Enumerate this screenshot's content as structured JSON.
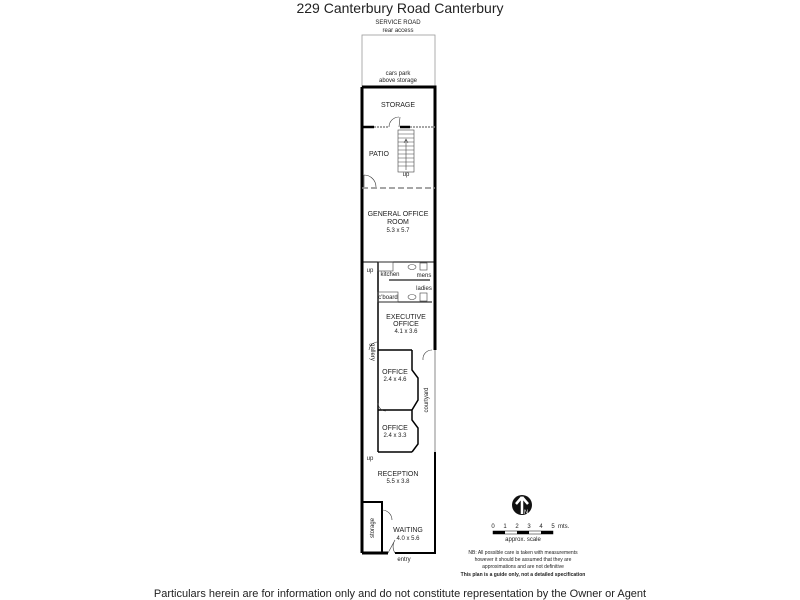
{
  "title": "229 Canterbury Road Canterbury",
  "labels": {
    "service_road": "SERVICE ROAD",
    "rear_access": "rear access",
    "cars_park": "cars park",
    "above_storage": "above storage",
    "up": "up",
    "kitchen": "kitchen",
    "mens": "mens",
    "ladies": "ladies",
    "cboard": "c'board",
    "gallery": "gallery",
    "courtyard": "courtyard",
    "storage_small": "storage",
    "entry": "entry"
  },
  "rooms": [
    {
      "name": "STORAGE",
      "size": ""
    },
    {
      "name": "PATIO",
      "size": ""
    },
    {
      "name": "GENERAL OFFICE",
      "name2": "ROOM",
      "size": "5.3 x 5.7"
    },
    {
      "name": "EXECUTIVE",
      "name2": "OFFICE",
      "size": "4.1 x 3.6"
    },
    {
      "name": "OFFICE",
      "size": "2.4 x 4.6"
    },
    {
      "name": "OFFICE",
      "size": "2.4 x 3.3"
    },
    {
      "name": "RECEPTION",
      "size": "5.5 x 3.8"
    },
    {
      "name": "WAITING",
      "size": "4.0 x 5.6"
    }
  ],
  "legend": {
    "compass_letter": "N",
    "scale_ticks": [
      "0",
      "1",
      "2",
      "3",
      "4",
      "5"
    ],
    "scale_unit": "mts.",
    "scale_caption": "approx. scale",
    "nb_line1": "NB:  All possible care is taken with measurements",
    "nb_line2": "however it should be assumed that they are",
    "nb_line3": "approximations and are not definitive",
    "guide": "This plan is a guide only, not a detailed specification"
  },
  "footer": "Particulars herein are for information only and do not constitute representation by the Owner or Agent"
}
